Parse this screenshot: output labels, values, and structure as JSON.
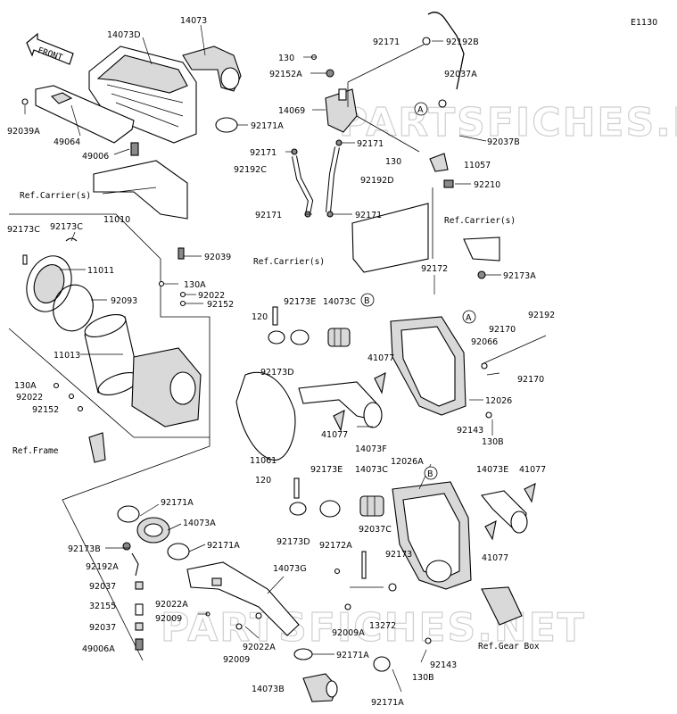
{
  "diagram_id": "E1130",
  "front_label": "FRONT",
  "watermark": "PARTSFICHES.NET",
  "callouts": {
    "c14073": "14073",
    "c14073D": "14073D",
    "c92039A": "92039A",
    "c49064": "49064",
    "c92171A_1": "92171A",
    "c49006": "49006",
    "refCarrier1": "Ref.Carrier(s)",
    "c92039": "92039",
    "c92173C_1": "92173C",
    "c92173C_2": "92173C",
    "c11010": "11010",
    "c11011": "11011",
    "c92093": "92093",
    "c130A_1": "130A",
    "c92022_1": "92022",
    "c92152_1": "92152",
    "c11013": "11013",
    "c130A_2": "130A",
    "c92022_2": "92022",
    "c92152_2": "92152",
    "refFrame": "Ref.Frame",
    "c130_1": "130",
    "c92152A": "92152A",
    "c92171_1": "92171",
    "c92192B": "92192B",
    "c92037A": "92037A",
    "c14069": "14069",
    "circleA_1": "A",
    "c92171_2": "92171",
    "c92037B": "92037B",
    "c92171_3": "92171",
    "c92192C": "92192C",
    "c130_2": "130",
    "c11057": "11057",
    "c92192D": "92192D",
    "c92210": "92210",
    "c92171_4": "92171",
    "c92171_5": "92171",
    "refCarrier2": "Ref.Carrier(s)",
    "refCarrier3": "Ref.Carrier(s)",
    "c92172": "92172",
    "c92173A": "92173A",
    "circleB_1": "B",
    "c92173E_1": "92173E",
    "c14073C_1": "14073C",
    "c120_1": "120",
    "c92173D": "92173D",
    "circleA_2": "A",
    "c92192": "92192",
    "c92170_1": "92170",
    "c92066": "92066",
    "c92170_2": "92170",
    "c41077_1": "41077",
    "c12026": "12026",
    "c11061": "11061",
    "c41077_2": "41077",
    "c14073F": "14073F",
    "c92143_1": "92143",
    "c130B_1": "130B",
    "c12026A": "12026A",
    "circleB_2": "B",
    "c120_2": "120",
    "c92173E_2": "92173E",
    "c14073C_2": "14073C",
    "c14073E": "14073E",
    "c41077_3": "41077",
    "c92171A_2": "92171A",
    "c14073A": "14073A",
    "c92173D_2": "92173D",
    "c92037C": "92037C",
    "c92172A": "92172A",
    "c92173_b": "92173",
    "c41077_4": "41077",
    "c92173B": "92173B",
    "c92171A_3": "92171A",
    "c92192A": "92192A",
    "c14073G": "14073G",
    "c92037_1": "92037",
    "c32155": "32155",
    "c92022A_1": "92022A",
    "c92009_1": "92009",
    "c92037_2": "92037",
    "c13272": "13272",
    "c92009A": "92009A",
    "c49006A": "49006A",
    "c92009_2": "92009",
    "c92022A_2": "92022A",
    "c92171A_4": "92171A",
    "refGearBox": "Ref.Gear Box",
    "c92143_2": "92143",
    "c130B_2": "130B",
    "c14073B": "14073B",
    "c92171A_5": "92171A"
  }
}
